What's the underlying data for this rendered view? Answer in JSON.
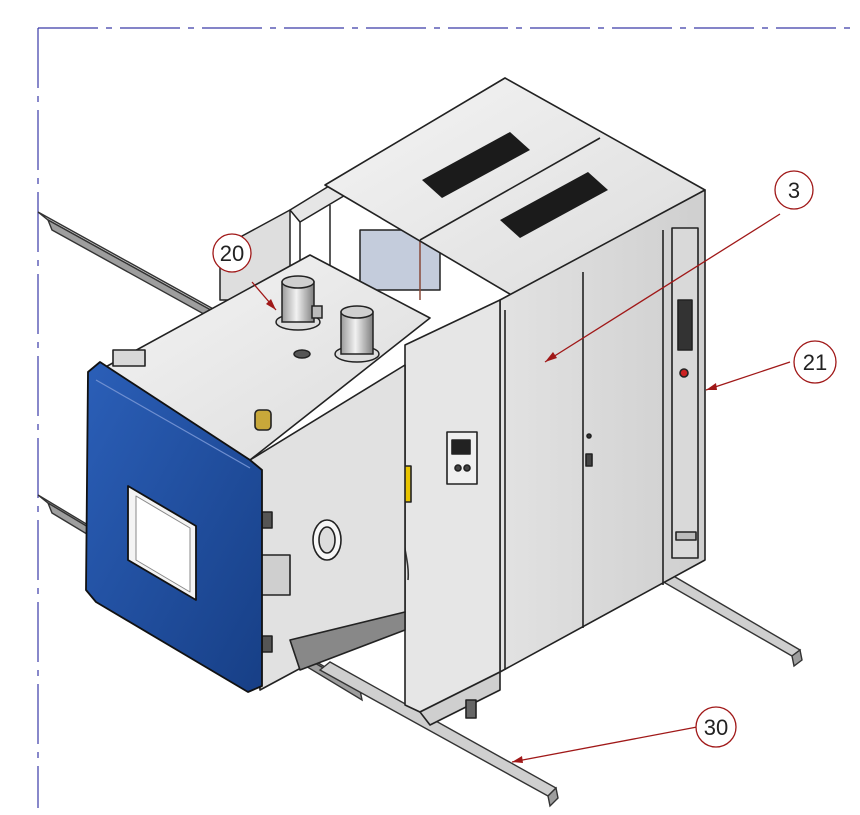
{
  "drawing": {
    "callouts": [
      {
        "id": "20",
        "label": "20",
        "part": "lid-motors"
      },
      {
        "id": "3",
        "label": "3",
        "part": "machine-cabinet-doors"
      },
      {
        "id": "21",
        "label": "21",
        "part": "side-control-strip"
      },
      {
        "id": "30",
        "label": "30",
        "part": "floor-rail"
      }
    ]
  },
  "colors": {
    "frame_line": "#3a3aa8",
    "leader": "#a01818",
    "door_blue": "#1f4ea0",
    "panel": "#e9e9e9",
    "outline": "#222222"
  }
}
